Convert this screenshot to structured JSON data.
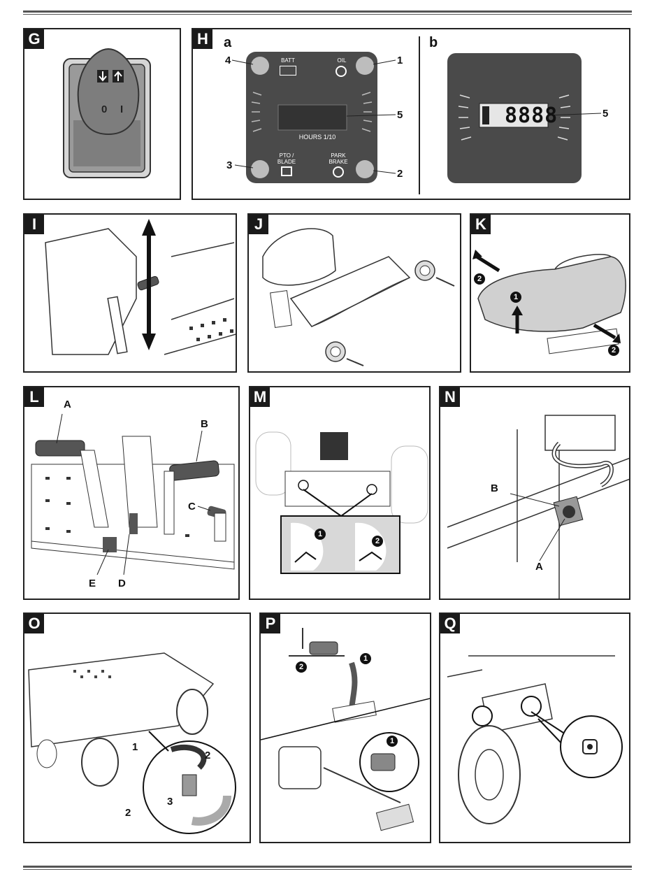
{
  "panels": {
    "G": {
      "tag": "G",
      "switch_off": "0",
      "switch_on": "I"
    },
    "H": {
      "tag": "H",
      "sub_a": "a",
      "sub_b": "b",
      "callouts": {
        "c1": "1",
        "c2": "2",
        "c3": "3",
        "c4": "4",
        "c5a": "5",
        "c5b": "5"
      },
      "batt": "BATT",
      "oil": "OIL",
      "hours": "HOURS 1/10",
      "pto1": "PTO /",
      "pto2": "BLADE",
      "park1": "PARK",
      "park2": "BRAKE",
      "display_b": "8888"
    },
    "I": {
      "tag": "I"
    },
    "J": {
      "tag": "J"
    },
    "K": {
      "tag": "K",
      "step1": "1",
      "step2a": "2",
      "step2b": "2"
    },
    "L": {
      "tag": "L",
      "A": "A",
      "B": "B",
      "C": "C",
      "D": "D",
      "E": "E"
    },
    "M": {
      "tag": "M",
      "step1": "1",
      "step2": "2"
    },
    "N": {
      "tag": "N",
      "A": "A",
      "B": "B"
    },
    "O": {
      "tag": "O",
      "c1": "1",
      "c2a": "2",
      "c2b": "2",
      "c3": "3"
    },
    "P": {
      "tag": "P",
      "step1a": "1",
      "step1b": "1",
      "step2": "2"
    },
    "Q": {
      "tag": "Q"
    }
  },
  "colors": {
    "panel_border": "#222222",
    "gauge_bg": "#4a4a4a",
    "lamp": "#bdbdbd",
    "switch_body": "#8a8a8a"
  }
}
